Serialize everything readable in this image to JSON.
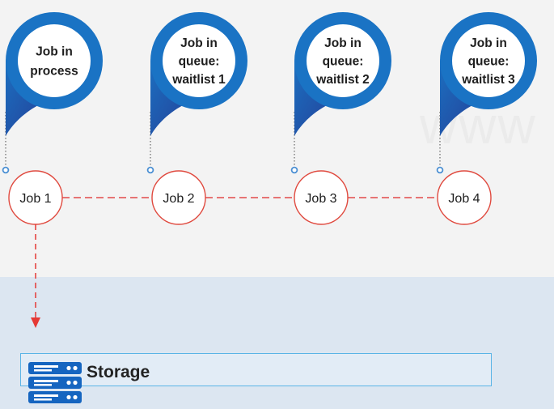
{
  "watermark": "www",
  "markers": [
    {
      "lines": [
        "Job in",
        "process"
      ]
    },
    {
      "lines": [
        "Job in",
        "queue:",
        "waitlist 1"
      ]
    },
    {
      "lines": [
        "Job in",
        "queue:",
        "waitlist 2"
      ]
    },
    {
      "lines": [
        "Job in",
        "queue:",
        "waitlist 3"
      ]
    }
  ],
  "jobs": [
    "Job 1",
    "Job 2",
    "Job 3",
    "Job 4"
  ],
  "storage": {
    "label": "Storage",
    "icon": "server-stack-icon"
  },
  "colors": {
    "marker_blue": "#1a73c4",
    "marker_dark": "#1f4ea3",
    "job_circle": "#e04a3f",
    "connector": "#e24a4a",
    "arrow": "#e53935"
  }
}
